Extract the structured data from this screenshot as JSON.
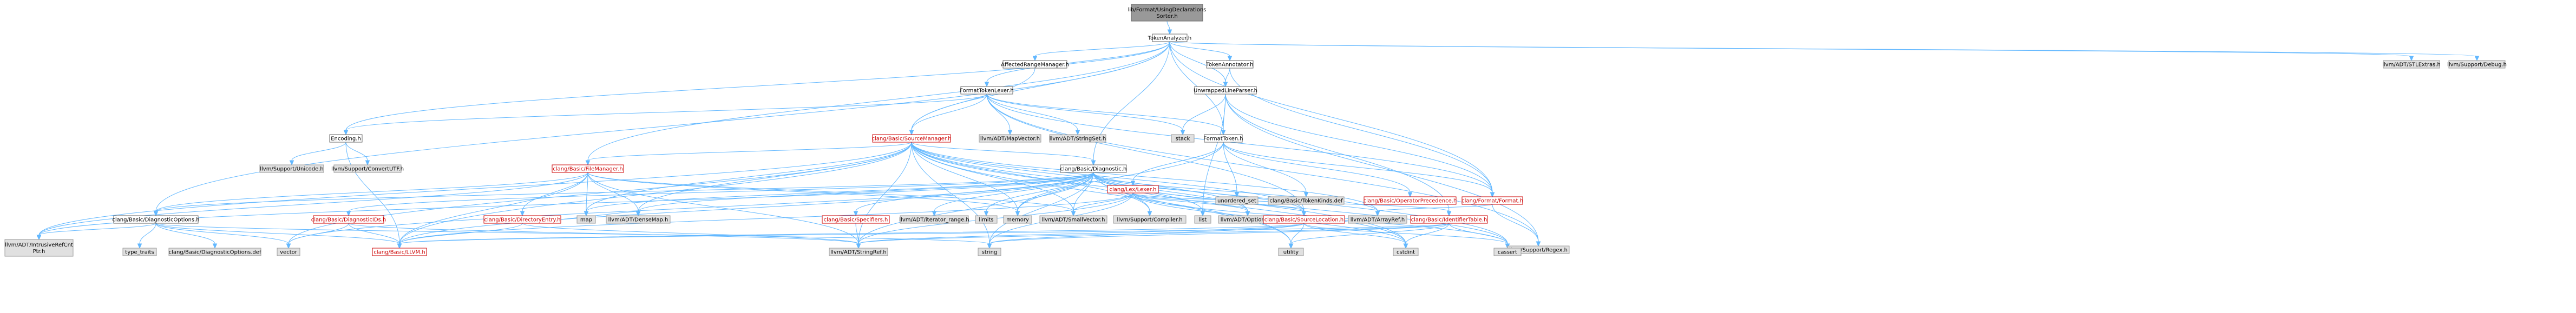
{
  "graph": {
    "colors": {
      "root_fill": "#999999",
      "root_stroke": "#666666",
      "doc_fill": "#ffffff",
      "doc_stroke": "#666666",
      "ext_fill": "#e0e0e0",
      "ext_stroke": "#999999",
      "red_stroke": "#cc0000",
      "red_text": "#cc0000",
      "edge": "#63b8ff"
    },
    "nodes": [
      {
        "id": "root",
        "lines": [
          "lib/Format/UsingDeclarations",
          "Sorter.h"
        ],
        "kind": "root"
      },
      {
        "id": "tokenanalyzer",
        "lines": [
          "TokenAnalyzer.h"
        ],
        "kind": "doc"
      },
      {
        "id": "affected",
        "lines": [
          "AffectedRangeManager.h"
        ],
        "kind": "doc"
      },
      {
        "id": "tokenannotator",
        "lines": [
          "TokenAnnotator.h"
        ],
        "kind": "doc"
      },
      {
        "id": "stlextras",
        "lines": [
          "llvm/ADT/STLExtras.h"
        ],
        "kind": "ext"
      },
      {
        "id": "debug",
        "lines": [
          "llvm/Support/Debug.h"
        ],
        "kind": "ext"
      },
      {
        "id": "formattokenlexer",
        "lines": [
          "FormatTokenLexer.h"
        ],
        "kind": "doc"
      },
      {
        "id": "unwrapped",
        "lines": [
          "UnwrappedLineParser.h"
        ],
        "kind": "doc"
      },
      {
        "id": "encoding",
        "lines": [
          "Encoding.h"
        ],
        "kind": "doc"
      },
      {
        "id": "sourcemanager",
        "lines": [
          "clang/Basic/SourceManager.h"
        ],
        "kind": "red"
      },
      {
        "id": "mapvector",
        "lines": [
          "llvm/ADT/MapVector.h"
        ],
        "kind": "ext"
      },
      {
        "id": "stringset",
        "lines": [
          "llvm/ADT/StringSet.h"
        ],
        "kind": "ext"
      },
      {
        "id": "stack",
        "lines": [
          "stack"
        ],
        "kind": "ext"
      },
      {
        "id": "formattoken",
        "lines": [
          "FormatToken.h"
        ],
        "kind": "doc"
      },
      {
        "id": "unicode",
        "lines": [
          "llvm/Support/Unicode.h"
        ],
        "kind": "ext"
      },
      {
        "id": "convertutf",
        "lines": [
          "llvm/Support/ConvertUTF.h"
        ],
        "kind": "ext"
      },
      {
        "id": "filemanager",
        "lines": [
          "clang/Basic/FileManager.h"
        ],
        "kind": "red"
      },
      {
        "id": "diagnostic",
        "lines": [
          "clang/Basic/Diagnostic.h"
        ],
        "kind": "doc"
      },
      {
        "id": "lexer",
        "lines": [
          "clang/Lex/Lexer.h"
        ],
        "kind": "red"
      },
      {
        "id": "unorderedset",
        "lines": [
          "unordered_set"
        ],
        "kind": "ext"
      },
      {
        "id": "tokenkindsdef",
        "lines": [
          "clang/Basic/TokenKinds.def"
        ],
        "kind": "ext"
      },
      {
        "id": "opprec",
        "lines": [
          "clang/Basic/OperatorPrecedence.h"
        ],
        "kind": "red"
      },
      {
        "id": "formath",
        "lines": [
          "clang/Format/Format.h"
        ],
        "kind": "red"
      },
      {
        "id": "diagoptions",
        "lines": [
          "clang/Basic/DiagnosticOptions.h"
        ],
        "kind": "doc"
      },
      {
        "id": "diagids",
        "lines": [
          "clang/Basic/DiagnosticIDs.h"
        ],
        "kind": "red"
      },
      {
        "id": "direntry",
        "lines": [
          "clang/Basic/DirectoryEntry.h"
        ],
        "kind": "red"
      },
      {
        "id": "map",
        "lines": [
          "map"
        ],
        "kind": "ext"
      },
      {
        "id": "densemap",
        "lines": [
          "llvm/ADT/DenseMap.h"
        ],
        "kind": "ext"
      },
      {
        "id": "specifiers",
        "lines": [
          "clang/Basic/Specifiers.h"
        ],
        "kind": "red"
      },
      {
        "id": "iterrange",
        "lines": [
          "llvm/ADT/iterator_range.h"
        ],
        "kind": "ext"
      },
      {
        "id": "limits",
        "lines": [
          "limits"
        ],
        "kind": "ext"
      },
      {
        "id": "memory",
        "lines": [
          "memory"
        ],
        "kind": "ext"
      },
      {
        "id": "smallvector",
        "lines": [
          "llvm/ADT/SmallVector.h"
        ],
        "kind": "ext"
      },
      {
        "id": "compiler",
        "lines": [
          "llvm/Support/Compiler.h"
        ],
        "kind": "ext"
      },
      {
        "id": "list",
        "lines": [
          "list"
        ],
        "kind": "ext"
      },
      {
        "id": "optional",
        "lines": [
          "llvm/ADT/Optional.h"
        ],
        "kind": "ext"
      },
      {
        "id": "sourcelocation",
        "lines": [
          "clang/Basic/SourceLocation.h"
        ],
        "kind": "red"
      },
      {
        "id": "arrayref",
        "lines": [
          "llvm/ADT/ArrayRef.h"
        ],
        "kind": "ext"
      },
      {
        "id": "identifiertable",
        "lines": [
          "clang/Basic/IdentifierTable.h"
        ],
        "kind": "red"
      },
      {
        "id": "regex",
        "lines": [
          "llvm/Support/Regex.h"
        ],
        "kind": "ext"
      },
      {
        "id": "intrusive",
        "lines": [
          "llvm/ADT/IntrusiveRefCnt",
          "Ptr.h"
        ],
        "kind": "ext"
      },
      {
        "id": "typetraits",
        "lines": [
          "type_traits"
        ],
        "kind": "ext"
      },
      {
        "id": "diagoptionsdef",
        "lines": [
          "clang/Basic/DiagnosticOptions.def"
        ],
        "kind": "ext"
      },
      {
        "id": "vector",
        "lines": [
          "vector"
        ],
        "kind": "ext"
      },
      {
        "id": "llvmh",
        "lines": [
          "clang/Basic/LLVM.h"
        ],
        "kind": "red"
      },
      {
        "id": "stringref",
        "lines": [
          "llvm/ADT/StringRef.h"
        ],
        "kind": "ext"
      },
      {
        "id": "string",
        "lines": [
          "string"
        ],
        "kind": "ext"
      },
      {
        "id": "utility",
        "lines": [
          "utility"
        ],
        "kind": "ext"
      },
      {
        "id": "cstdint",
        "lines": [
          "cstdint"
        ],
        "kind": "ext"
      },
      {
        "id": "cassert",
        "lines": [
          "cassert"
        ],
        "kind": "ext"
      }
    ],
    "edges": [
      [
        "root",
        "tokenanalyzer"
      ],
      [
        "tokenanalyzer",
        "affected"
      ],
      [
        "tokenanalyzer",
        "tokenannotator"
      ],
      [
        "tokenanalyzer",
        "stlextras"
      ],
      [
        "tokenanalyzer",
        "debug"
      ],
      [
        "tokenanalyzer",
        "formattokenlexer"
      ],
      [
        "tokenanalyzer",
        "unwrapped"
      ],
      [
        "tokenanalyzer",
        "encoding"
      ],
      [
        "tokenanalyzer",
        "sourcemanager"
      ],
      [
        "tokenanalyzer",
        "formattoken"
      ],
      [
        "tokenanalyzer",
        "filemanager"
      ],
      [
        "tokenanalyzer",
        "diagnostic"
      ],
      [
        "tokenanalyzer",
        "diagoptions"
      ],
      [
        "tokenanalyzer",
        "formath"
      ],
      [
        "affected",
        "sourcemanager"
      ],
      [
        "tokenannotator",
        "unwrapped"
      ],
      [
        "tokenannotator",
        "formath"
      ],
      [
        "formattokenlexer",
        "encoding"
      ],
      [
        "formattokenlexer",
        "sourcemanager"
      ],
      [
        "formattokenlexer",
        "mapvector"
      ],
      [
        "formattokenlexer",
        "stringset"
      ],
      [
        "formattokenlexer",
        "stack"
      ],
      [
        "formattokenlexer",
        "formattoken"
      ],
      [
        "formattokenlexer",
        "sourcelocation"
      ],
      [
        "formattokenlexer",
        "regex"
      ],
      [
        "formattokenlexer",
        "formath"
      ],
      [
        "unwrapped",
        "formattoken"
      ],
      [
        "unwrapped",
        "stack"
      ],
      [
        "unwrapped",
        "list"
      ],
      [
        "unwrapped",
        "identifiertable"
      ],
      [
        "unwrapped",
        "regex"
      ],
      [
        "unwrapped",
        "formath"
      ],
      [
        "encoding",
        "unicode"
      ],
      [
        "encoding",
        "convertutf"
      ],
      [
        "encoding",
        "llvmh"
      ],
      [
        "sourcemanager",
        "filemanager"
      ],
      [
        "sourcemanager",
        "diagnostic"
      ],
      [
        "sourcemanager",
        "map"
      ],
      [
        "sourcemanager",
        "densemap"
      ],
      [
        "sourcemanager",
        "memory"
      ],
      [
        "sourcemanager",
        "smallvector"
      ],
      [
        "sourcemanager",
        "compiler"
      ],
      [
        "sourcemanager",
        "optional"
      ],
      [
        "sourcemanager",
        "sourcelocation"
      ],
      [
        "sourcemanager",
        "arrayref"
      ],
      [
        "sourcemanager",
        "intrusive"
      ],
      [
        "sourcemanager",
        "vector"
      ],
      [
        "sourcemanager",
        "llvmh"
      ],
      [
        "sourcemanager",
        "stringref"
      ],
      [
        "sourcemanager",
        "string"
      ],
      [
        "sourcemanager",
        "utility"
      ],
      [
        "sourcemanager",
        "cstdint"
      ],
      [
        "sourcemanager",
        "cassert"
      ],
      [
        "formattoken",
        "lexer"
      ],
      [
        "formattoken",
        "unorderedset"
      ],
      [
        "formattoken",
        "tokenkindsdef"
      ],
      [
        "formattoken",
        "opprec"
      ],
      [
        "formattoken",
        "formath"
      ],
      [
        "formattoken",
        "memory"
      ],
      [
        "filemanager",
        "direntry"
      ],
      [
        "filemanager",
        "map"
      ],
      [
        "filemanager",
        "densemap"
      ],
      [
        "filemanager",
        "memory"
      ],
      [
        "filemanager",
        "smallvector"
      ],
      [
        "filemanager",
        "intrusive"
      ],
      [
        "filemanager",
        "llvmh"
      ],
      [
        "filemanager",
        "stringref"
      ],
      [
        "filemanager",
        "diagoptions"
      ],
      [
        "diagnostic",
        "diagoptions"
      ],
      [
        "diagnostic",
        "diagids"
      ],
      [
        "diagnostic",
        "specifiers"
      ],
      [
        "diagnostic",
        "iterrange"
      ],
      [
        "diagnostic",
        "limits"
      ],
      [
        "diagnostic",
        "memory"
      ],
      [
        "diagnostic",
        "smallvector"
      ],
      [
        "diagnostic",
        "compiler"
      ],
      [
        "diagnostic",
        "list"
      ],
      [
        "diagnostic",
        "optional"
      ],
      [
        "diagnostic",
        "sourcelocation"
      ],
      [
        "diagnostic",
        "arrayref"
      ],
      [
        "diagnostic",
        "map"
      ],
      [
        "diagnostic",
        "densemap"
      ],
      [
        "diagnostic",
        "intrusive"
      ],
      [
        "diagnostic",
        "vector"
      ],
      [
        "diagnostic",
        "llvmh"
      ],
      [
        "diagnostic",
        "stringref"
      ],
      [
        "diagnostic",
        "string"
      ],
      [
        "diagnostic",
        "utility"
      ],
      [
        "diagnostic",
        "cstdint"
      ],
      [
        "diagnostic",
        "cassert"
      ],
      [
        "lexer",
        "sourcelocation"
      ],
      [
        "lexer",
        "identifiertable"
      ],
      [
        "lexer",
        "stringref"
      ],
      [
        "lexer",
        "string"
      ],
      [
        "lexer",
        "cassert"
      ],
      [
        "lexer",
        "cstdint"
      ],
      [
        "lexer",
        "llvmh"
      ],
      [
        "lexer",
        "smallvector"
      ],
      [
        "lexer",
        "optional"
      ],
      [
        "diagoptions",
        "typetraits"
      ],
      [
        "diagoptions",
        "diagoptionsdef"
      ],
      [
        "diagoptions",
        "vector"
      ],
      [
        "diagoptions",
        "intrusive"
      ],
      [
        "diagoptions",
        "llvmh"
      ],
      [
        "diagoptions",
        "string"
      ],
      [
        "diagids",
        "vector"
      ],
      [
        "diagids",
        "llvmh"
      ],
      [
        "diagids",
        "stringref"
      ],
      [
        "direntry",
        "llvmh"
      ],
      [
        "direntry",
        "stringref"
      ],
      [
        "direntry",
        "densemap"
      ],
      [
        "specifiers",
        "stringref"
      ],
      [
        "sourcelocation",
        "llvmh"
      ],
      [
        "sourcelocation",
        "stringref"
      ],
      [
        "sourcelocation",
        "utility"
      ],
      [
        "sourcelocation",
        "cassert"
      ],
      [
        "sourcelocation",
        "cstdint"
      ],
      [
        "sourcelocation",
        "string"
      ],
      [
        "identifiertable",
        "llvmh"
      ],
      [
        "identifiertable",
        "stringref"
      ],
      [
        "identifiertable",
        "cassert"
      ],
      [
        "identifiertable",
        "string"
      ],
      [
        "identifiertable",
        "utility"
      ],
      [
        "identifiertable",
        "cstdint"
      ],
      [
        "formath",
        "regex"
      ],
      [
        "formath",
        "arrayref"
      ]
    ]
  }
}
